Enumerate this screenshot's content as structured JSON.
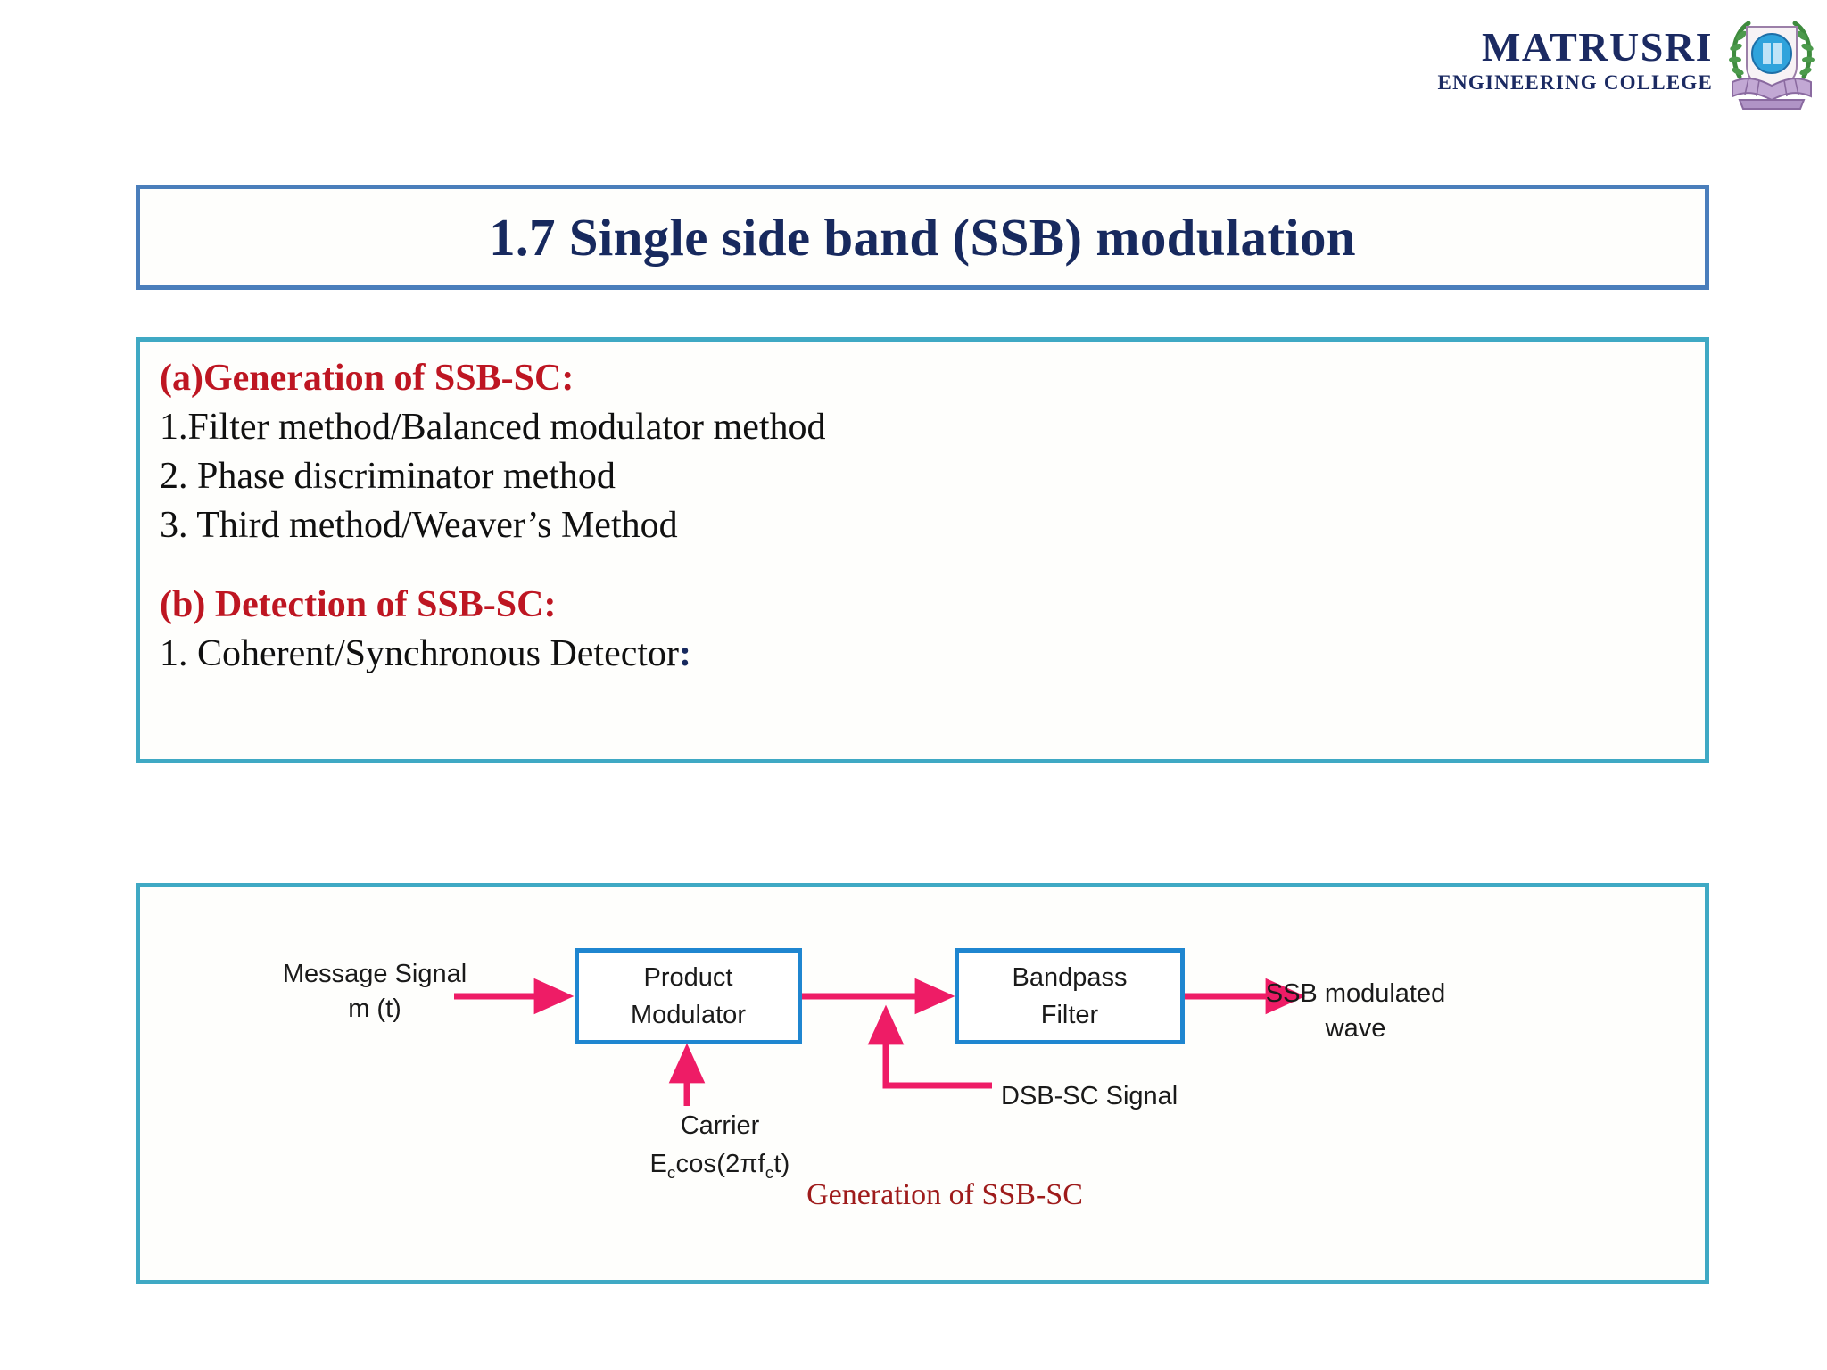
{
  "header": {
    "institution_name": "MATRUSRI",
    "institution_sub": "ENGINEERING COLLEGE",
    "emblem_name": "matrusri-college-emblem",
    "brand_color": "#1B2A62"
  },
  "title": {
    "text": "1.7 Single side band (SSB) modulation",
    "color": "#17295E",
    "border_color": "#4A7EBB"
  },
  "content": {
    "border_color": "#3FA9C4",
    "heading_color": "#BE1622",
    "section_a": {
      "heading": "(a)Generation of SSB-SC:",
      "items": [
        "1.Filter method/Balanced modulator method",
        "2. Phase discriminator method",
        "3. Third method/Weaver’s Method"
      ]
    },
    "section_b": {
      "heading": "(b)  Detection of SSB-SC:",
      "item_prefix": "1. Coherent/Synchronous Detector",
      "item_colon": ":"
    }
  },
  "diagram": {
    "border_color": "#3FA9C4",
    "block_border_color": "#1F86D0",
    "arrow_color": "#EE1C66",
    "blocks": [
      {
        "id": "product-modulator",
        "line1": "Product",
        "line2": "Modulator"
      },
      {
        "id": "bandpass-filter",
        "line1": "Bandpass",
        "line2": "Filter"
      }
    ],
    "labels": {
      "message_line1": "Message Signal",
      "message_line2": "m (t)",
      "output_line1": "SSB modulated",
      "output_line2": "wave",
      "dsb": "DSB-SC Signal",
      "carrier_line1": "Carrier",
      "carrier_formula_pre": "E",
      "carrier_formula_sub1": "c",
      "carrier_formula_mid": "cos(2πf",
      "carrier_formula_sub2": "c",
      "carrier_formula_post": "t)"
    },
    "caption": "Generation of SSB-SC",
    "caption_color": "#9E1B1B"
  }
}
